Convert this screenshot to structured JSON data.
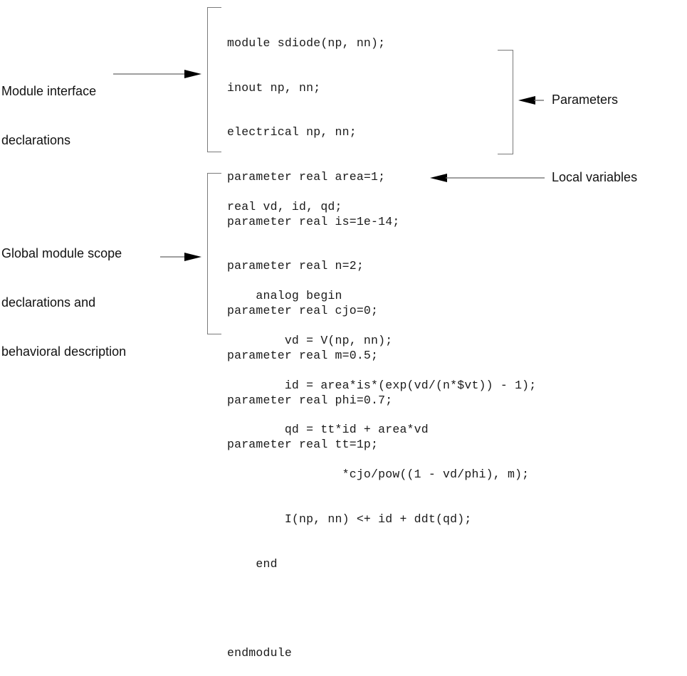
{
  "code_block_interface": {
    "lines": [
      "module sdiode(np, nn);",
      "inout np, nn;",
      "electrical np, nn;",
      "parameter real area=1;",
      "parameter real is=1e-14;",
      "parameter real n=2;",
      "parameter real cjo=0;",
      "parameter real m=0.5;",
      "parameter real phi=0.7;",
      "parameter real tt=1p;"
    ]
  },
  "code_block_behavior": {
    "lines": [
      "real vd, id, qd;",
      "",
      "    analog begin",
      "        vd = V(np, nn);",
      "        id = area*is*(exp(vd/(n*$vt)) - 1);",
      "        qd = tt*id + area*vd",
      "                *cjo/pow((1 - vd/phi), m);",
      "        I(np, nn) <+ id + ddt(qd);",
      "    end",
      "",
      "endmodule"
    ]
  },
  "annotations": {
    "module_interface": {
      "line1": "Module interface",
      "line2": "declarations"
    },
    "parameters": {
      "text": "Parameters"
    },
    "local_variables": {
      "text": "Local variables"
    },
    "global_scope": {
      "line1": "Global module scope",
      "line2": "declarations and",
      "line3": "behavioral description"
    }
  },
  "colors": {
    "text": "#1a1a1a",
    "bracket": "#7a7a7a",
    "arrow_line": "#666666",
    "arrow_head": "#000000"
  }
}
